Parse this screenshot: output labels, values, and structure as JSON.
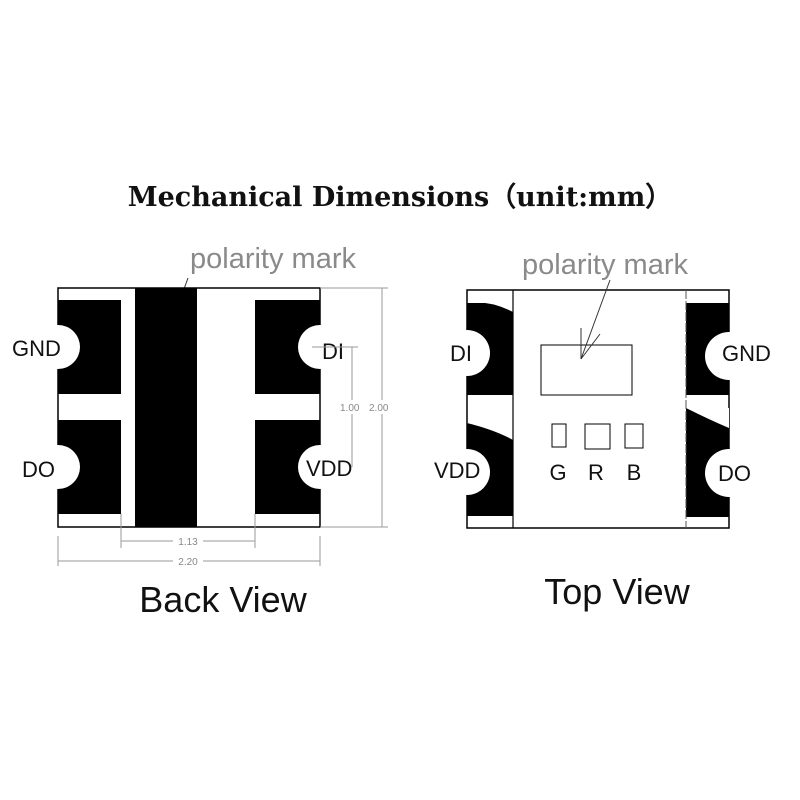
{
  "title": "Mechanical Dimensions（unit:mm）",
  "back_view": {
    "label": "Back View",
    "polarity_label": "polarity mark",
    "pins": {
      "top_left": "GND",
      "bottom_left": "DO",
      "top_right": "DI",
      "bottom_right": "VDD"
    },
    "dimensions": {
      "height_total": "2.00",
      "pin_pitch": "1.00",
      "inner_width": "1.13",
      "width_total": "2.20"
    }
  },
  "top_view": {
    "label": "Top View",
    "polarity_label": "polarity mark",
    "pins": {
      "top_left": "DI",
      "bottom_left": "VDD",
      "top_right": "GND",
      "bottom_right": "DO"
    },
    "led_chips": [
      "G",
      "R",
      "B"
    ]
  }
}
